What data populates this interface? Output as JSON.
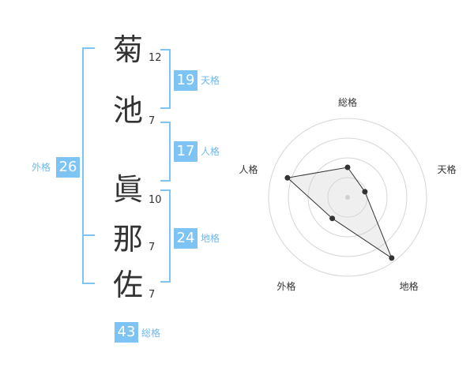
{
  "colors": {
    "accent": "#7dc4f5",
    "bracket": "#7dc4f5",
    "label": "#6fb9ea",
    "text": "#333333"
  },
  "name_chars": [
    {
      "char": "菊",
      "strokes": "12"
    },
    {
      "char": "池",
      "strokes": "7"
    },
    {
      "char": "眞",
      "strokes": "10"
    },
    {
      "char": "那",
      "strokes": "7"
    },
    {
      "char": "佐",
      "strokes": "7"
    }
  ],
  "fortunes": {
    "tenkaku": {
      "value": "19",
      "label": "天格"
    },
    "jinkaku": {
      "value": "17",
      "label": "人格"
    },
    "chikaku": {
      "value": "24",
      "label": "地格"
    },
    "gaikaku": {
      "value": "26",
      "label": "外格"
    },
    "soukaku": {
      "value": "43",
      "label": "総格"
    }
  },
  "chart_data": {
    "type": "radar",
    "axes": [
      "総格",
      "天格",
      "地格",
      "外格",
      "人格"
    ],
    "values": [
      0.38,
      0.23,
      0.95,
      0.33,
      0.8
    ],
    "range": [
      0,
      1
    ],
    "rings": 4
  }
}
